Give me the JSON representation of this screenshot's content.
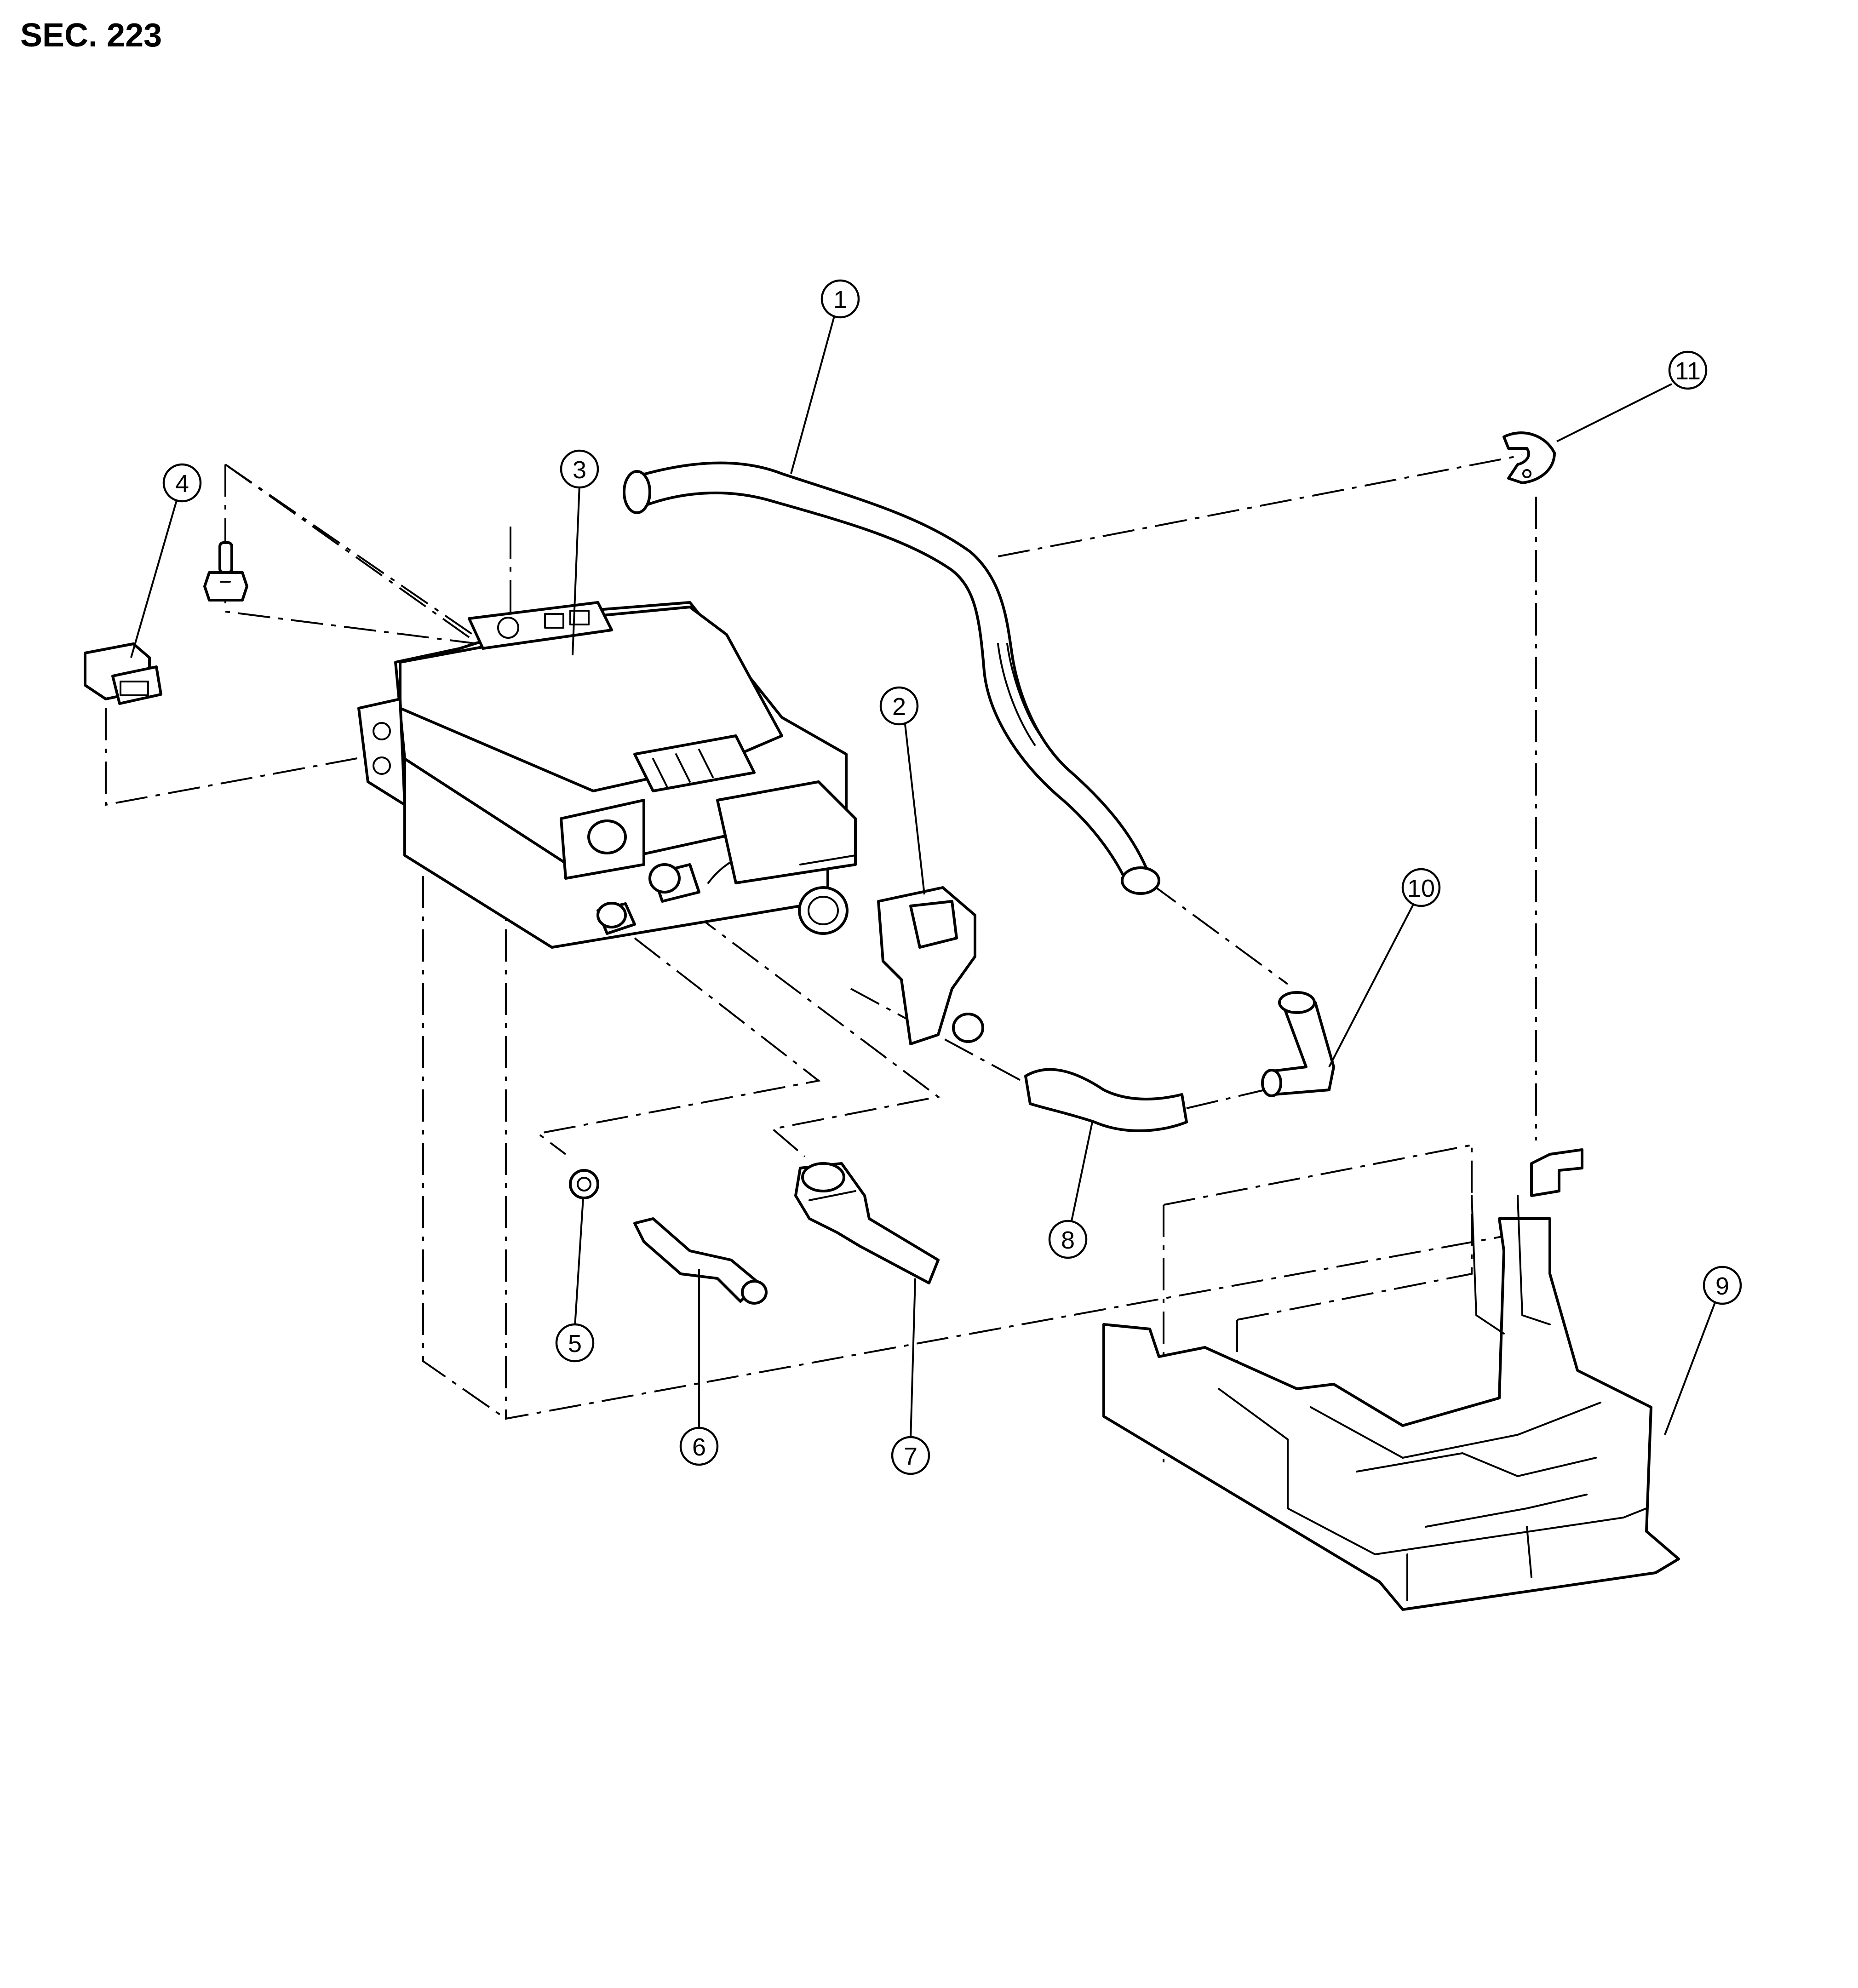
{
  "section_title": "SEC. 223",
  "callouts": [
    {
      "id": "callout-1",
      "label": "1"
    },
    {
      "id": "callout-2",
      "label": "2"
    },
    {
      "id": "callout-3",
      "label": "3"
    },
    {
      "id": "callout-4",
      "label": "4"
    },
    {
      "id": "callout-5",
      "label": "5"
    },
    {
      "id": "callout-6",
      "label": "6"
    },
    {
      "id": "callout-7",
      "label": "7"
    },
    {
      "id": "callout-8",
      "label": "8"
    },
    {
      "id": "callout-9",
      "label": "9"
    },
    {
      "id": "callout-10",
      "label": "10"
    },
    {
      "id": "callout-11",
      "label": "11"
    }
  ]
}
